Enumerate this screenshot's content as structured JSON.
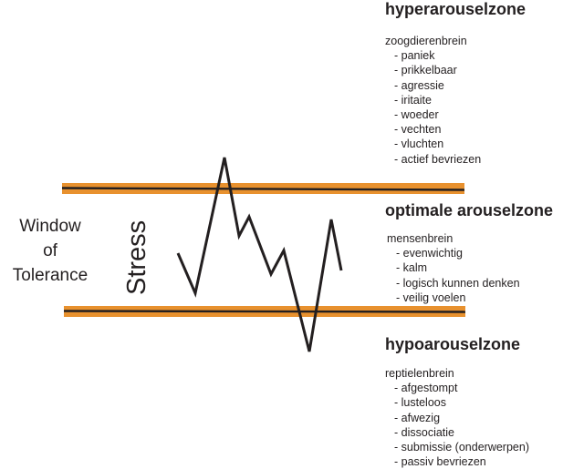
{
  "left_label": [
    "Window",
    "of",
    "Tolerance"
  ],
  "axis_label": "Stress",
  "colors": {
    "band": "#e8912e",
    "line": "#231f20",
    "text": "#231f20"
  },
  "zones": {
    "hyper": {
      "title": "hyperarouselzone",
      "brain": "zoogdierenbrein",
      "items": [
        "paniek",
        "prikkelbaar",
        "agressie",
        "iritaite",
        "woeder",
        "vechten",
        "vluchten",
        "actief bevriezen"
      ]
    },
    "optimal": {
      "title": "optimale arouselzone",
      "brain": "mensenbrein",
      "items": [
        "evenwichtig",
        "kalm",
        "logisch kunnen denken",
        "veilig voelen"
      ]
    },
    "hypo": {
      "title": "hypoarouselzone",
      "brain": "reptielenbrein",
      "items": [
        "afgestompt",
        "lusteloos",
        "afwezig",
        "dissociatie",
        "submissie (onderwerpen)",
        "passiv bevriezen"
      ]
    }
  }
}
